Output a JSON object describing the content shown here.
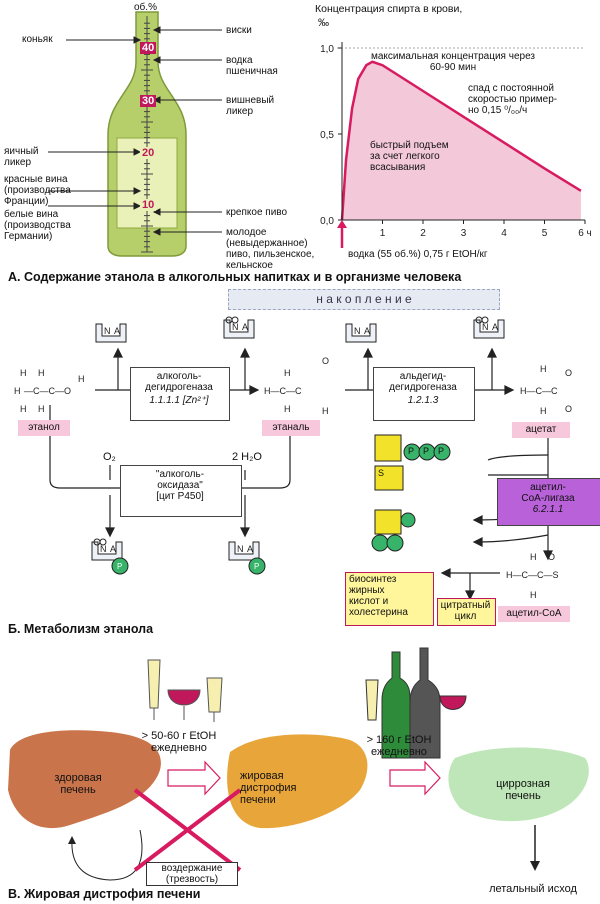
{
  "sectionA": {
    "title": "А. Содержание этанола в алкогольных напитках и в организме человека",
    "bottle": {
      "unit": "об.%",
      "scale": [
        "40",
        "30",
        "20",
        "10"
      ],
      "left_labels": [
        "коньяк",
        "яичный\nликер",
        "красные вина\n(производства\nФранции)",
        "белые вина\n(производства\nГермании)"
      ],
      "right_labels": [
        "виски",
        "водка\nпшеничная",
        "вишневый\nликер",
        "крепкое пиво",
        "молодое\n(невыдержанное)\nпиво, пильзенское,\nкельнское"
      ]
    },
    "chart_title": "Концентрация спирта в крови,",
    "chart_unit": "‰",
    "chart_note_peak": "максимальная концентрация через\n60-90 мин",
    "chart_note_decline": "спад с постоянной\nскоростью пример-\nно 0,15 ⁰/₀₀/ч",
    "chart_note_rise": "быстрый подъем\nза счет легкого\nвсасывания",
    "chart_xlabel": "водка (55 об.%) 0,75 г EtOH/кг"
  },
  "chart_data": {
    "type": "line",
    "title": "Концентрация спирта в крови, ‰",
    "xlabel": "водка (55 об.%) 0,75 г EtOH/кг",
    "ylabel": "‰",
    "x_ticks": [
      "1",
      "2",
      "3",
      "4",
      "5",
      "6 ч"
    ],
    "y_ticks": [
      "1,0",
      "0,5",
      "0,0"
    ],
    "xlim": [
      0,
      6
    ],
    "ylim": [
      0,
      1.0
    ],
    "series": [
      {
        "x": [
          0,
          0.1,
          0.25,
          0.4,
          0.6,
          0.75,
          1.0,
          2.0,
          3.0,
          4.0,
          5.0,
          5.9
        ],
        "y": [
          0,
          0.35,
          0.65,
          0.82,
          0.9,
          0.92,
          0.9,
          0.75,
          0.6,
          0.45,
          0.3,
          0.17
        ]
      }
    ],
    "fill_color": "#f3c9d9",
    "line_color": "#d81b60"
  },
  "sectionB": {
    "title": "Б. Метаболизм этанола",
    "banner": "н а к о п л е н и е",
    "ethanol": "этанол",
    "ethanal": "этаналь",
    "acetate": "ацетат",
    "acetyl_coa": "ацетил-СоА",
    "enzyme1": "алкоголь-\nдегидрогеназа",
    "enzyme1_ec": "1.1.1.1  [Zn²⁺]",
    "enzyme2": "альдегид-\nдегидрогеназа",
    "enzyme2_ec": "1.2.1.3",
    "enzyme3": "\"алкоголь-\nоксидаза\"\n[цит Р450]",
    "enzyme4": "ацетил-\nСоА-лигаза",
    "enzyme4_ec": "6.2.1.1",
    "o2": "O₂",
    "h2o": "2 H₂O",
    "biosynth": "биосинтез\nжирных\nкислот и\nхолестерина",
    "citrate": "цитратный\nцикл",
    "nad_n": "N",
    "nad_a": "A",
    "p": "P",
    "s": "S"
  },
  "sectionC": {
    "title": "В. Жировая дистрофия печени",
    "dose1": "> 50-60 г EtOH\nежедневно",
    "dose2": "> 160 г EtOH\nежедневно",
    "healthy": "здоровая\nпечень",
    "fatty": "жировая\nдистрофия\nпечени",
    "cirrhosis": "циррозная\nпечень",
    "abstinence": "воздержание\n(трезвость)",
    "lethal": "летальный исход"
  },
  "colors": {
    "bottle_green": "#a9c75a",
    "wine_red": "#c0185a",
    "pink": "#f7c8dc",
    "yellow": "#f2e32a",
    "green_p": "#38b36a",
    "violet": "#b861d8"
  }
}
